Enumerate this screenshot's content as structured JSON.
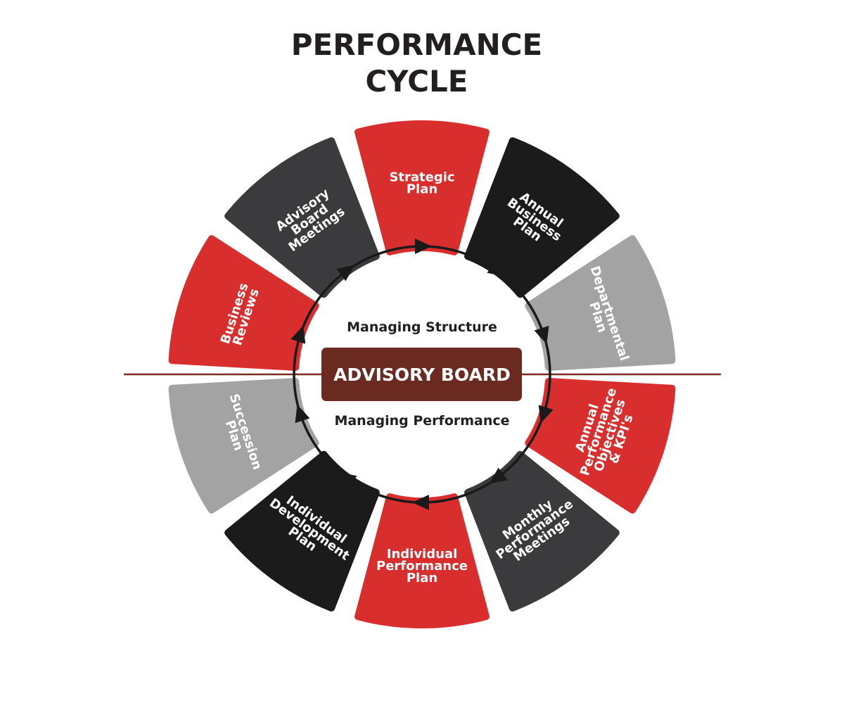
{
  "title": {
    "line1": "PERFORMANCE",
    "line2": "CYCLE"
  },
  "center": {
    "box_label": "ADVISORY BOARD",
    "top_label": "Managing Structure",
    "bottom_label": "Managing Performance"
  },
  "colors": {
    "red": "#d92e2e",
    "black": "#1b1b1b",
    "dark_gray": "#3b3b3d",
    "light_gray": "#a3a3a3",
    "center_box": "#6b2a20",
    "divider": "#7a2a20",
    "text_dark": "#231f20"
  },
  "segments": [
    {
      "id": "strategic-plan",
      "lines": [
        "Strategic",
        "Plan"
      ],
      "color": "red"
    },
    {
      "id": "annual-business-plan",
      "lines": [
        "Annual",
        "Business",
        "Plan"
      ],
      "color": "black"
    },
    {
      "id": "departmental-plan",
      "lines": [
        "Departmental",
        "Plan"
      ],
      "color": "light_gray"
    },
    {
      "id": "annual-performance-objectives",
      "lines": [
        "Annual",
        "Performance",
        "Objectives",
        "& KPI's"
      ],
      "color": "red"
    },
    {
      "id": "monthly-performance-meetings",
      "lines": [
        "Monthly",
        "Performance",
        "Meetings"
      ],
      "color": "dark_gray"
    },
    {
      "id": "individual-performance-plan",
      "lines": [
        "Individual",
        "Performance",
        "Plan"
      ],
      "color": "red"
    },
    {
      "id": "individual-development-plan",
      "lines": [
        "Individual",
        "Development",
        "Plan"
      ],
      "color": "black"
    },
    {
      "id": "succession-plan",
      "lines": [
        "Succession",
        "Plan"
      ],
      "color": "light_gray"
    },
    {
      "id": "business-reviews",
      "lines": [
        "Business",
        "Reviews"
      ],
      "color": "red"
    },
    {
      "id": "advisory-board-meetings",
      "lines": [
        "Advisory",
        "Board",
        "Meetings"
      ],
      "color": "dark_gray"
    }
  ]
}
